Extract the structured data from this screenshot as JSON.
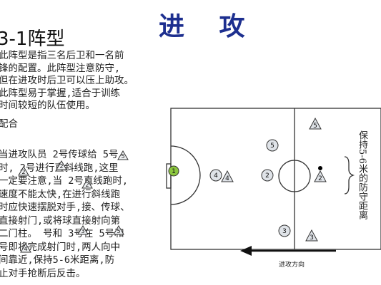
{
  "title": "进 攻",
  "subtitle": "3-1阵型",
  "paragraph1": "此阵型是指三名后卫和一名前\n锋的配置。此阵型注意防守,\n但在进攻时后卫可以压上助攻。\n此阵型易于掌握,适合于训练\n时间较短的队伍使用。",
  "paragraph2": "配合",
  "paragraph3": "当进攻队员 2号传球给 5号\n时, 2号进行直斜线跑,这里\n一定要注意,当 2号直线跑时,\n速度不能太快,在进行斜线跑\n时应快速摆脱对手,接、传球、\n直接射门,或将球直接射向第\n二门柱。 号和 3号在 5号和\n号即将完成射门时,两人向中\n间靠近,保持5-6米距离,防\n止对手抢断后反击。",
  "side_note": "保持5-6米的防守距离",
  "direction_label": "进攻方向",
  "inline_triangles": [
    "2",
    "5",
    "2",
    "2",
    "3",
    "5",
    "4"
  ],
  "field": {
    "goalkeeper": "1",
    "attackers": [
      "2",
      "3",
      "4",
      "5"
    ],
    "defenders": [
      "2",
      "3",
      "4",
      "5"
    ]
  },
  "colors": {
    "title": "#1d2f8f",
    "player_fill": "#dfe3e8",
    "goalkeeper_fill": "#8cc63f",
    "line": "#333333"
  }
}
